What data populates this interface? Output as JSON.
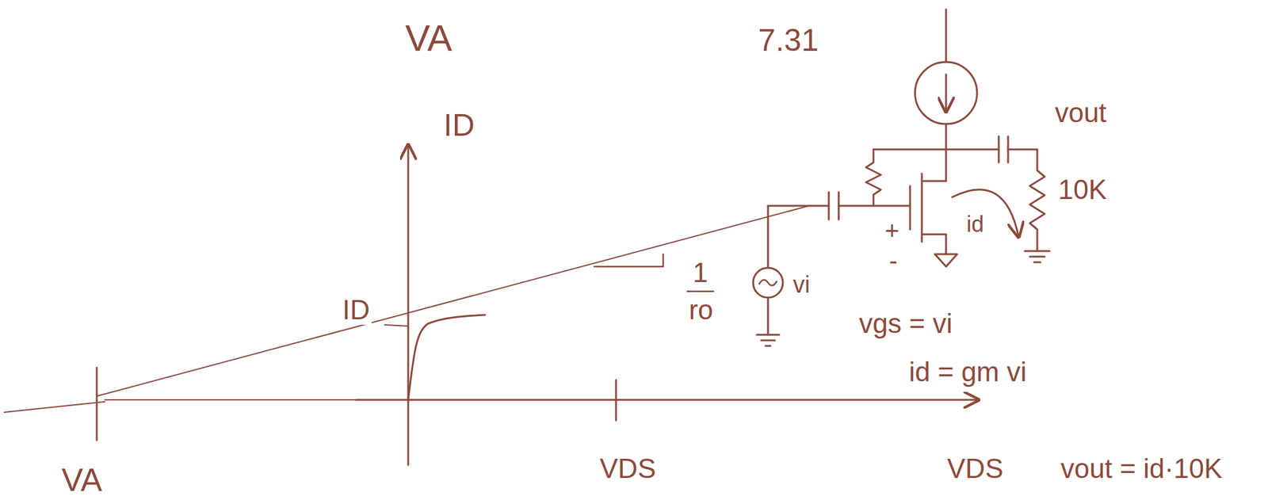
{
  "diagram": {
    "labels": [
      "VA",
      "7.31",
      "vout",
      "ID",
      "10K",
      "id",
      "+",
      "1",
      "-",
      "ID",
      "ro",
      "vi",
      "vgs = vi",
      "id = gm vi",
      "VDS",
      "VDS",
      "vout = id·10K",
      "VA"
    ]
  }
}
